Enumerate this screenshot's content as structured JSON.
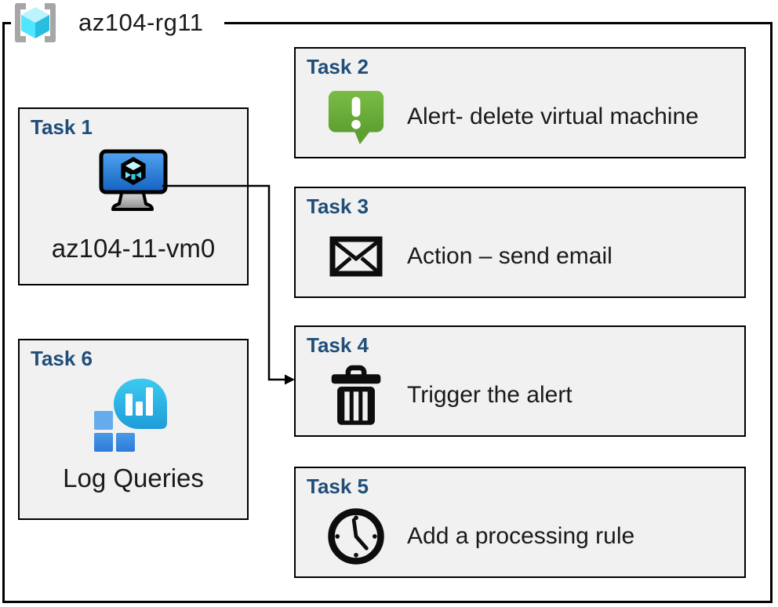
{
  "header": {
    "title": "az104-rg11",
    "icon": "resource-group-icon"
  },
  "tasks": [
    {
      "id": "task-1",
      "title": "Task 1",
      "label": "az104-11-vm0",
      "icon": "virtual-machine-icon"
    },
    {
      "id": "task-2",
      "title": "Task 2",
      "label": "Alert- delete virtual machine",
      "icon": "alert-message-icon"
    },
    {
      "id": "task-3",
      "title": "Task 3",
      "label": "Action – send email",
      "icon": "email-envelope-icon"
    },
    {
      "id": "task-4",
      "title": "Task 4",
      "label": "Trigger the alert",
      "icon": "trash-icon"
    },
    {
      "id": "task-5",
      "title": "Task 5",
      "label": "Add a processing rule",
      "icon": "clock-icon"
    },
    {
      "id": "task-6",
      "title": "Task 6",
      "label": "Log Queries",
      "icon": "log-queries-icon"
    }
  ],
  "connector": {
    "from": "task-1",
    "to": "task-4",
    "style": "elbow-arrow"
  },
  "colors": {
    "task_title": "#1F4E79",
    "box_fill": "#F1F1F1",
    "border": "#000000",
    "alert_green_top": "#7ABD45",
    "alert_green_bottom": "#5E9F31",
    "vm_screen_blue_top": "#52A5F0",
    "vm_screen_blue_bottom": "#1361C2",
    "log_bubble_cyan_top": "#3CCBF0",
    "log_bubble_blue_bottom": "#1F9CD8",
    "log_square_blue": "#3584DB",
    "rg_cube_cyan": "#50E6FF",
    "rg_bracket_gray": "#A6A6A6"
  }
}
